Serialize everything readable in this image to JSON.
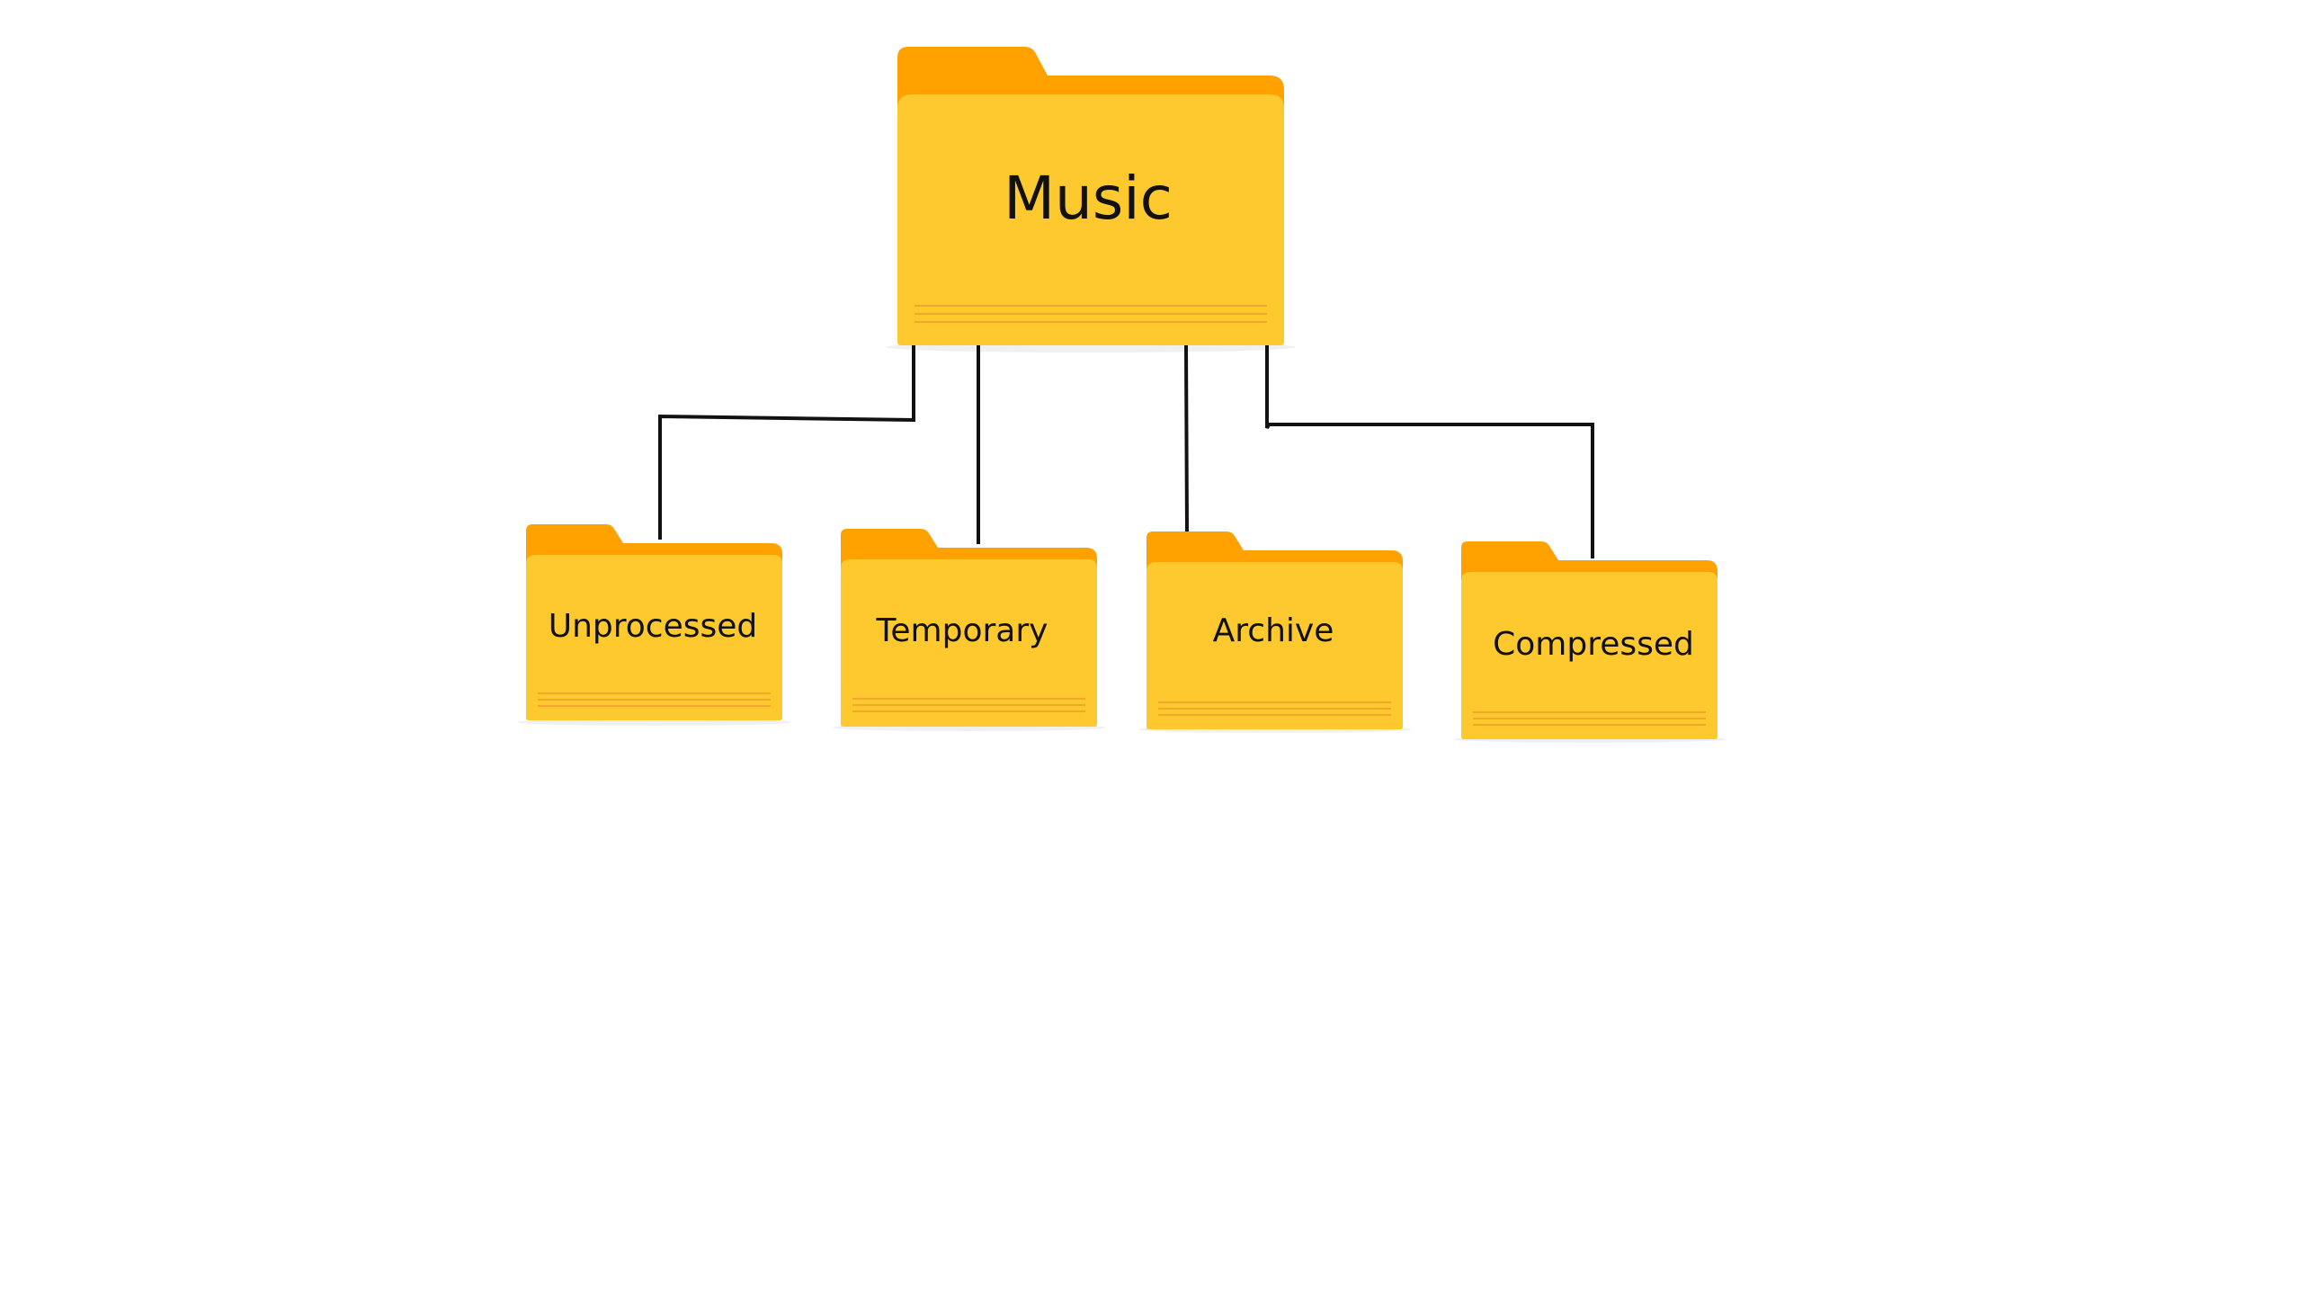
{
  "diagram": {
    "root": {
      "label": "Music"
    },
    "children": [
      {
        "label": "Unprocessed"
      },
      {
        "label": "Temporary"
      },
      {
        "label": "Archive"
      },
      {
        "label": "Compressed"
      }
    ]
  },
  "colors": {
    "folder_tab": "#FFA200",
    "folder_body": "#FDC92F",
    "folder_back": "#FFB11F",
    "folder_lines": "#F4A62A",
    "connector": "#111111",
    "background": "#FFFFFF"
  },
  "icons": {
    "folder": "folder-icon"
  }
}
